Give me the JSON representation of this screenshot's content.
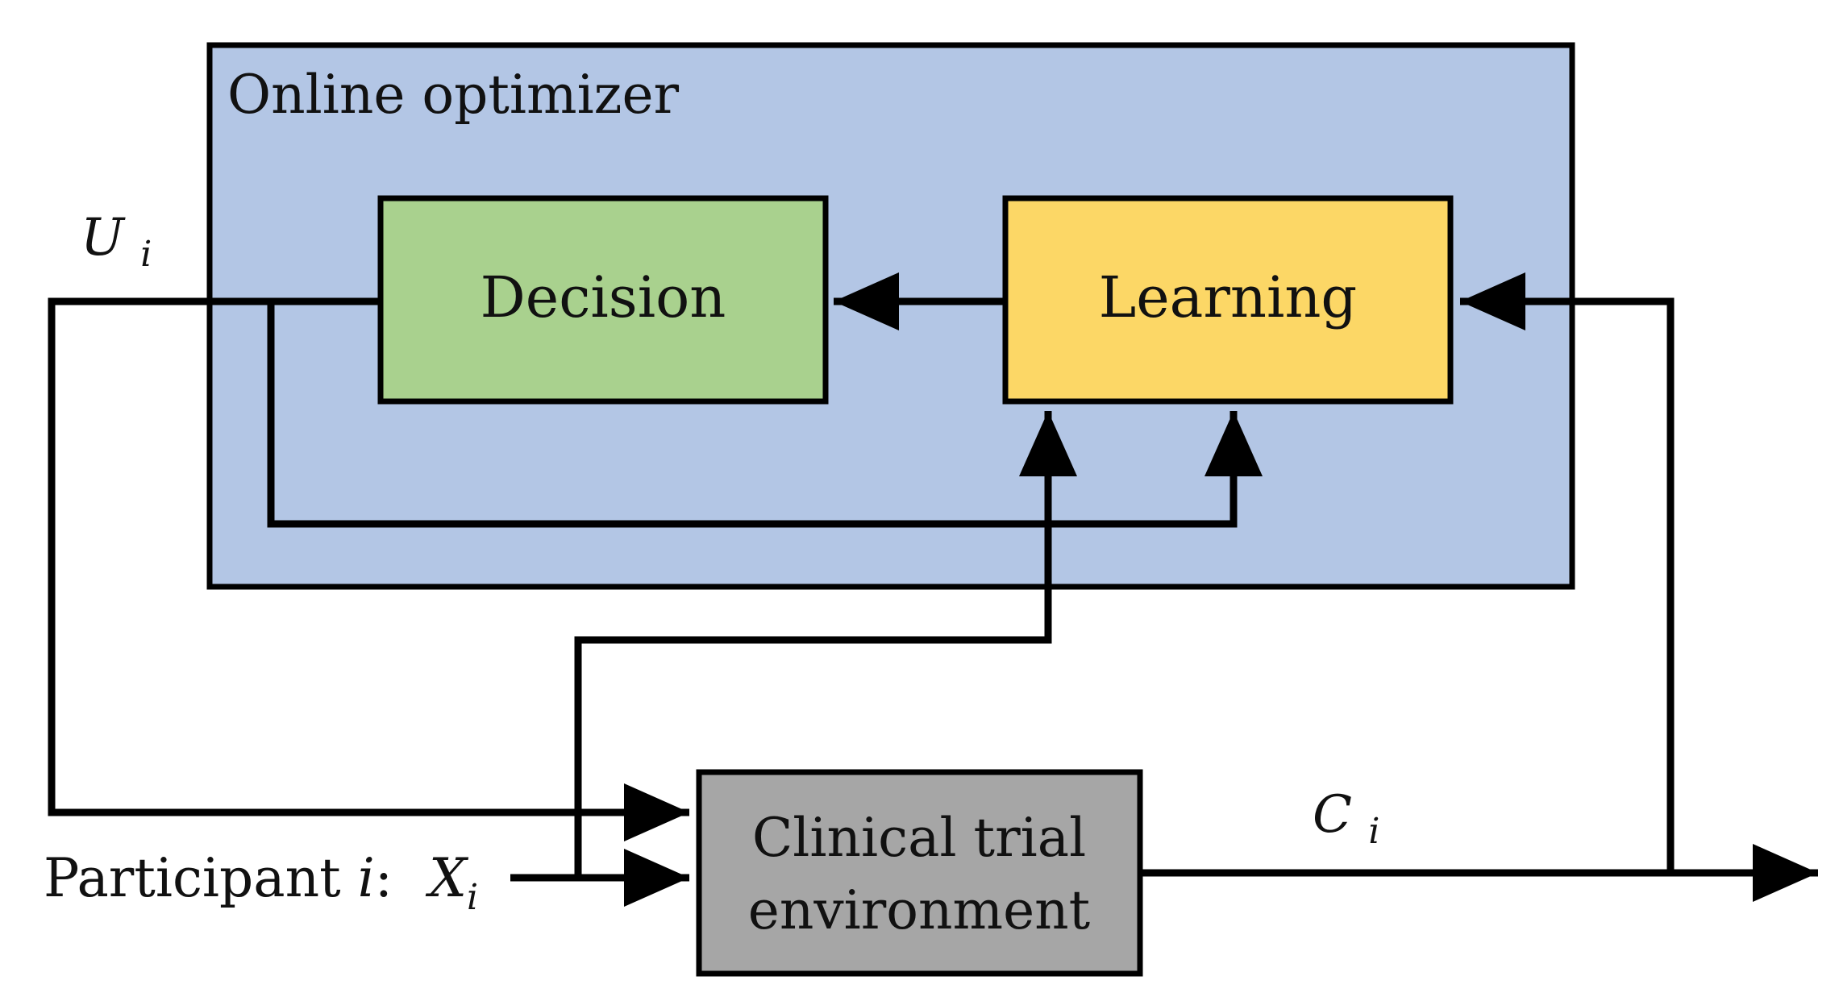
{
  "optimizer": {
    "title": "Online optimizer",
    "fill_color": "#B3C6E5"
  },
  "decision": {
    "label": "Decision",
    "fill_color": "#A9D18E"
  },
  "learning": {
    "label": "Learning",
    "fill_color": "#FCD766"
  },
  "environment": {
    "label_line1": "Clinical trial",
    "label_line2": "environment",
    "fill_color": "#A6A6A6"
  },
  "signals": {
    "action_symbol": "U",
    "action_index": "i",
    "outcome_symbol": "C",
    "outcome_index": "i",
    "participant_prefix": "Participant ",
    "participant_index": "i",
    "participant_colon": ":",
    "covariate_symbol": "X",
    "covariate_index": "i"
  },
  "line_color": "#000000"
}
